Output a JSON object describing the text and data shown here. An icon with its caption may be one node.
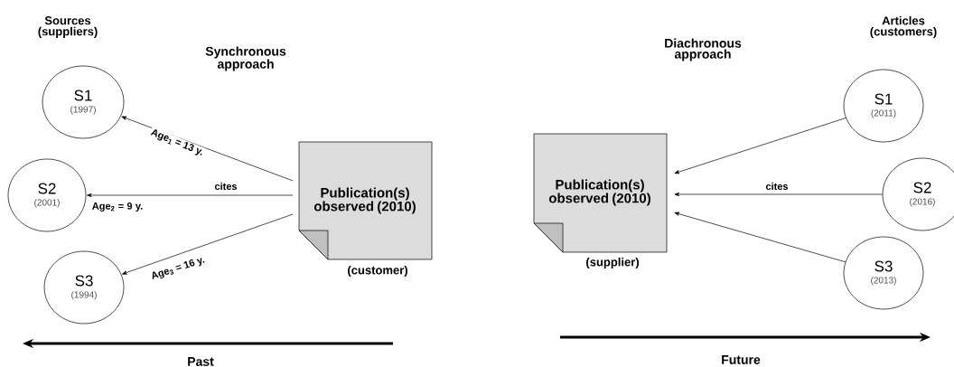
{
  "diagram": {
    "nodes": [
      {
        "text": [
          "S1",
          "(1997)"
        ]
      },
      {
        "text": [
          "S2",
          "(2001)"
        ]
      },
      {
        "text": [
          "S3",
          "(1994)"
        ]
      },
      {
        "text": [
          "Publication(s) observed (2010)"
        ],
        "beside": [
          "(customer)"
        ]
      },
      {
        "text": [
          "Publication(s) observed (2010)"
        ],
        "beside": [
          "(supplier)"
        ]
      },
      {
        "text": [
          "S1",
          "(2011)"
        ]
      },
      {
        "text": [
          "S2",
          "(2016)"
        ]
      },
      {
        "text": [
          "S3",
          "(2013)"
        ]
      }
    ],
    "edges": [
      {
        "from": 3,
        "to": 0,
        "arrow": "to",
        "label": "Age$_{1}$ = 13 y."
      },
      {
        "from": 3,
        "to": 1,
        "arrow": "to",
        "label": "cites"
      },
      {
        "from": 3,
        "to": 2,
        "arrow": "to",
        "label": "Age$_{3}$ = 16 y."
      },
      {
        "from": 5,
        "to": 4,
        "arrow": "to"
      },
      {
        "from": 6,
        "to": 4,
        "arrow": "to",
        "label": "cites"
      },
      {
        "from": 7,
        "to": 4,
        "arrow": "to"
      }
    ],
    "labels": [
      "Sources (suppliers)",
      "Synchronous approach",
      "Diachronous approach",
      "Articles (customers)",
      "Age$_{2}$ = 9 y.",
      "Past",
      "Future"
    ]
  }
}
